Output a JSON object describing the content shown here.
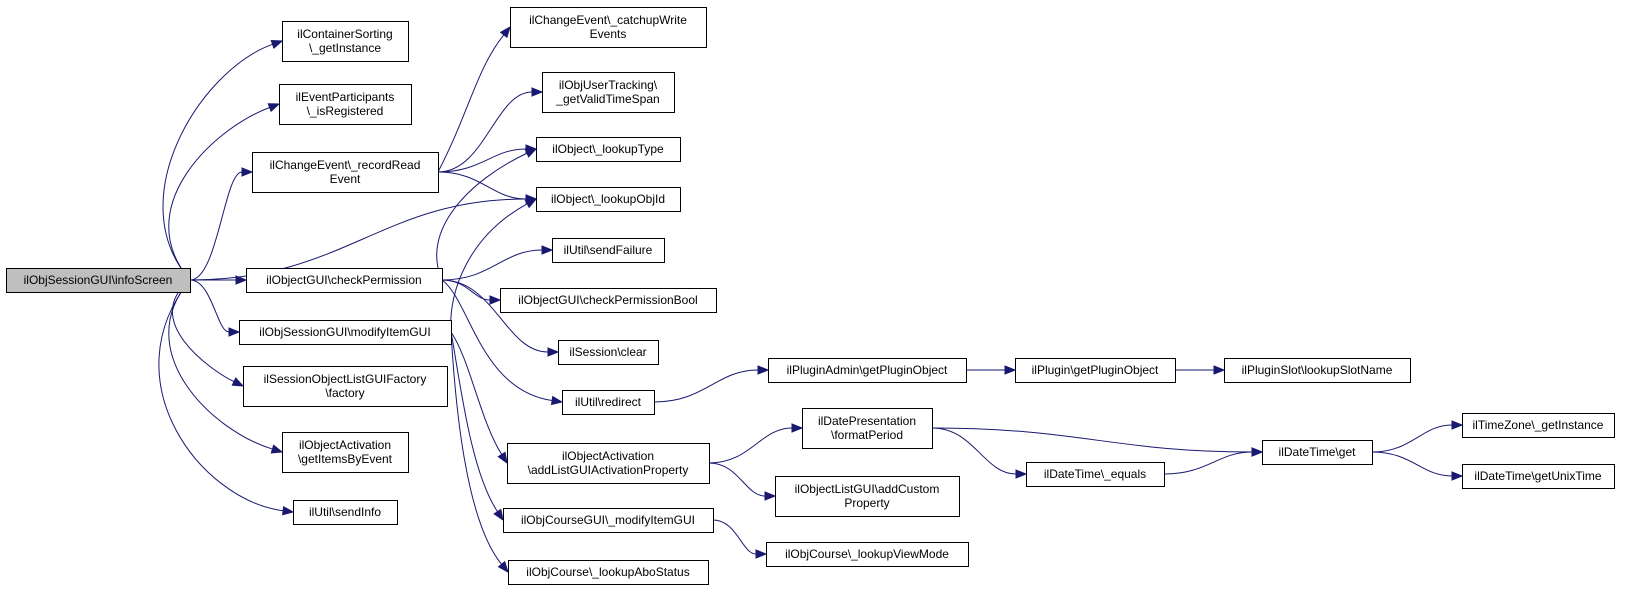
{
  "colors": {
    "edge": "#191970",
    "node_border": "#000000",
    "node_fill": "#ffffff",
    "root_fill": "#bfbfbf",
    "background": "#ffffff"
  },
  "nodes": [
    {
      "id": "infoScreen",
      "lines": [
        "ilObjSessionGUI\\infoScreen"
      ],
      "root": true
    },
    {
      "id": "containerSorting",
      "lines": [
        "ilContainerSorting",
        "\\_getInstance"
      ]
    },
    {
      "id": "eventParticipants",
      "lines": [
        "ilEventParticipants",
        "\\_isRegistered"
      ]
    },
    {
      "id": "recordReadEvent",
      "lines": [
        "ilChangeEvent\\_recordRead",
        "Event"
      ]
    },
    {
      "id": "checkPermission",
      "lines": [
        "ilObjectGUI\\checkPermission"
      ]
    },
    {
      "id": "modifyItemGUI",
      "lines": [
        "ilObjSessionGUI\\modifyItemGUI"
      ]
    },
    {
      "id": "listGUIFactory",
      "lines": [
        "ilSessionObjectListGUIFactory",
        "\\factory"
      ]
    },
    {
      "id": "getItemsByEvent",
      "lines": [
        "ilObjectActivation",
        "\\getItemsByEvent"
      ]
    },
    {
      "id": "sendInfo",
      "lines": [
        "ilUtil\\sendInfo"
      ]
    },
    {
      "id": "catchupWriteEvents",
      "lines": [
        "ilChangeEvent\\_catchupWrite",
        "Events"
      ]
    },
    {
      "id": "getValidTimeSpan",
      "lines": [
        "ilObjUserTracking\\",
        "_getValidTimeSpan"
      ]
    },
    {
      "id": "lookupType",
      "lines": [
        "ilObject\\_lookupType"
      ]
    },
    {
      "id": "lookupObjId",
      "lines": [
        "ilObject\\_lookupObjId"
      ]
    },
    {
      "id": "sendFailure",
      "lines": [
        "ilUtil\\sendFailure"
      ]
    },
    {
      "id": "checkPermissionBool",
      "lines": [
        "ilObjectGUI\\checkPermissionBool"
      ]
    },
    {
      "id": "sessionClear",
      "lines": [
        "ilSession\\clear"
      ]
    },
    {
      "id": "redirect",
      "lines": [
        "ilUtil\\redirect"
      ]
    },
    {
      "id": "addListGUIActivationProperty",
      "lines": [
        "ilObjectActivation",
        "\\addListGUIActivationProperty"
      ]
    },
    {
      "id": "courseModifyItemGUI",
      "lines": [
        "ilObjCourseGUI\\_modifyItemGUI"
      ]
    },
    {
      "id": "lookupAboStatus",
      "lines": [
        "ilObjCourse\\_lookupAboStatus"
      ]
    },
    {
      "id": "getPluginObjectAdmin",
      "lines": [
        "ilPluginAdmin\\getPluginObject"
      ]
    },
    {
      "id": "formatPeriod",
      "lines": [
        "ilDatePresentation",
        "\\formatPeriod"
      ]
    },
    {
      "id": "addCustomProperty",
      "lines": [
        "ilObjectListGUI\\addCustom",
        "Property"
      ]
    },
    {
      "id": "lookupViewMode",
      "lines": [
        "ilObjCourse\\_lookupViewMode"
      ]
    },
    {
      "id": "getPluginObject",
      "lines": [
        "ilPlugin\\getPluginObject"
      ]
    },
    {
      "id": "dateEquals",
      "lines": [
        "ilDateTime\\_equals"
      ]
    },
    {
      "id": "lookupSlotName",
      "lines": [
        "ilPluginSlot\\lookupSlotName"
      ]
    },
    {
      "id": "dateTimeGet",
      "lines": [
        "ilDateTime\\get"
      ]
    },
    {
      "id": "timeZoneGetInstance",
      "lines": [
        "ilTimeZone\\_getInstance"
      ]
    },
    {
      "id": "getUnixTime",
      "lines": [
        "ilDateTime\\getUnixTime"
      ]
    }
  ],
  "edges": [
    [
      "infoScreen",
      "containerSorting"
    ],
    [
      "infoScreen",
      "eventParticipants"
    ],
    [
      "infoScreen",
      "recordReadEvent"
    ],
    [
      "infoScreen",
      "lookupObjId"
    ],
    [
      "infoScreen",
      "checkPermission"
    ],
    [
      "infoScreen",
      "modifyItemGUI"
    ],
    [
      "infoScreen",
      "listGUIFactory"
    ],
    [
      "infoScreen",
      "getItemsByEvent"
    ],
    [
      "infoScreen",
      "sendInfo"
    ],
    [
      "recordReadEvent",
      "catchupWriteEvents"
    ],
    [
      "recordReadEvent",
      "getValidTimeSpan"
    ],
    [
      "recordReadEvent",
      "lookupType"
    ],
    [
      "recordReadEvent",
      "lookupObjId"
    ],
    [
      "checkPermission",
      "lookupType"
    ],
    [
      "checkPermission",
      "sendFailure"
    ],
    [
      "checkPermission",
      "checkPermissionBool"
    ],
    [
      "checkPermission",
      "sessionClear"
    ],
    [
      "checkPermission",
      "redirect"
    ],
    [
      "modifyItemGUI",
      "lookupObjId"
    ],
    [
      "modifyItemGUI",
      "addListGUIActivationProperty"
    ],
    [
      "modifyItemGUI",
      "courseModifyItemGUI"
    ],
    [
      "modifyItemGUI",
      "lookupAboStatus"
    ],
    [
      "redirect",
      "getPluginObjectAdmin"
    ],
    [
      "getPluginObjectAdmin",
      "getPluginObject"
    ],
    [
      "getPluginObject",
      "lookupSlotName"
    ],
    [
      "addListGUIActivationProperty",
      "formatPeriod"
    ],
    [
      "addListGUIActivationProperty",
      "addCustomProperty"
    ],
    [
      "formatPeriod",
      "dateTimeGet"
    ],
    [
      "formatPeriod",
      "dateEquals"
    ],
    [
      "dateEquals",
      "dateTimeGet"
    ],
    [
      "dateTimeGet",
      "timeZoneGetInstance"
    ],
    [
      "dateTimeGet",
      "getUnixTime"
    ],
    [
      "courseModifyItemGUI",
      "lookupViewMode"
    ]
  ]
}
